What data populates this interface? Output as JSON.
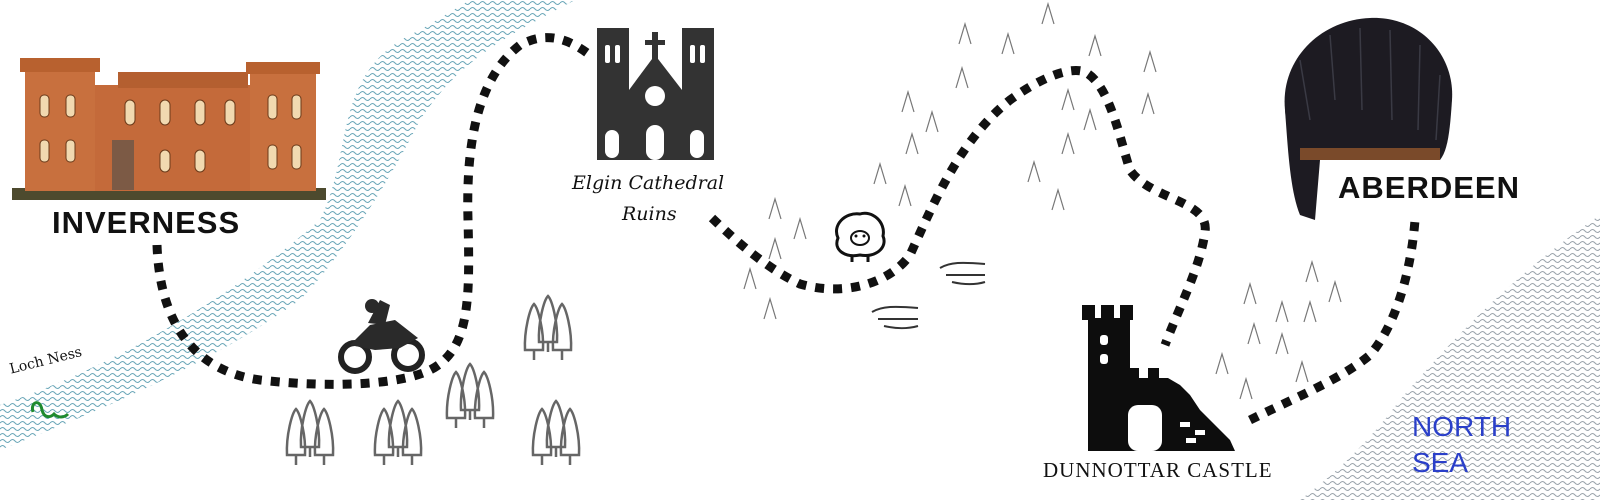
{
  "map": {
    "places": {
      "inverness": "INVERNESS",
      "elgin_line1": "Elgin Cathedral",
      "elgin_line2": "Ruins",
      "dunnottar": "DUNNOTTAR CASTLE",
      "aberdeen": "ABERDEEN"
    },
    "water": {
      "loch_ness": "Loch Ness",
      "sea_line1": "NORTH",
      "sea_line2": "SEA"
    },
    "icons": [
      "castle-icon",
      "cathedral-icon",
      "bearskin-hat-icon",
      "dunnottar-castle-icon",
      "motorcycle-icon",
      "sheep-icon",
      "wind-icon",
      "tree-icon",
      "mountain-icon",
      "loch-ness-monster-icon"
    ],
    "colors": {
      "route": "#111111",
      "river": "#6aa6b8",
      "sea_text": "#2a3fc9",
      "inverness_castle": "#c46a3a",
      "nessie": "#1f8a2e"
    }
  }
}
